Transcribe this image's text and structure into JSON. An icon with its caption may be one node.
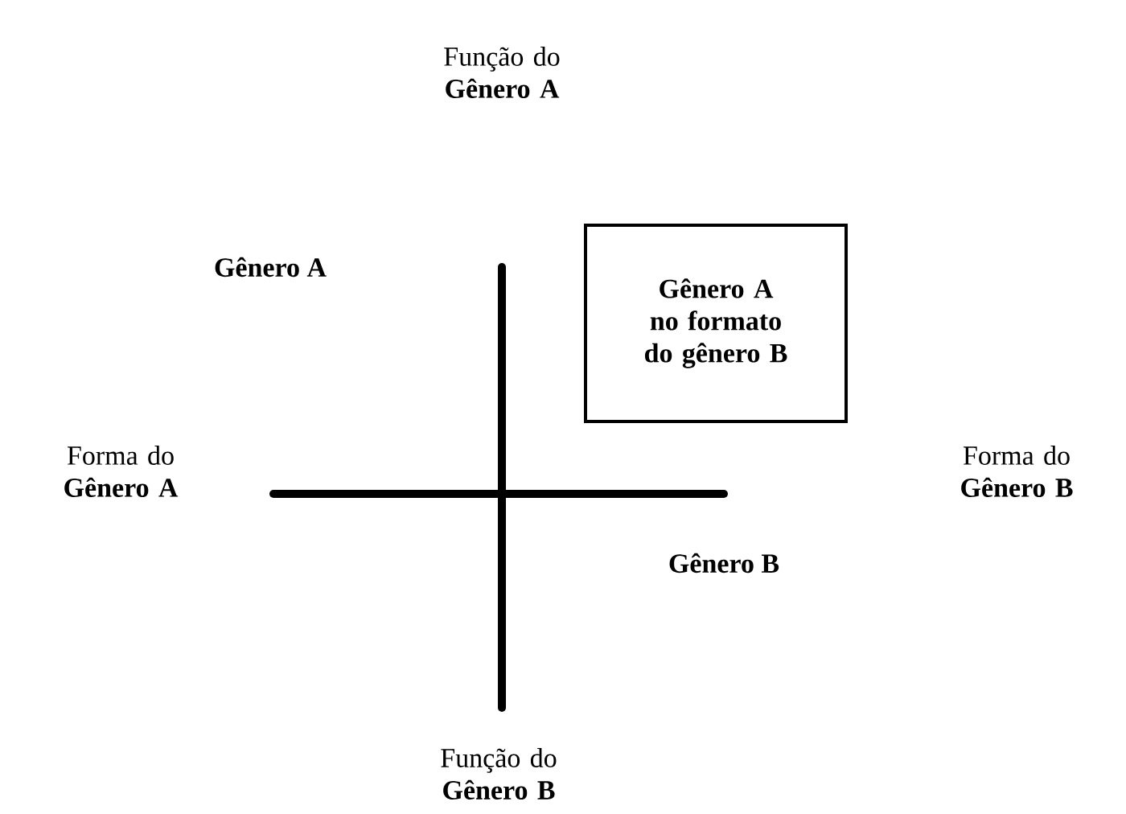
{
  "diagram": {
    "nodes": [
      {
        "text": [
          "Gênero A no formato do gênero B"
        ]
      }
    ],
    "labels": [
      "Função do **Gênero A**",
      "Gênero A",
      "Forma do **Gênero A**",
      "Forma do **Gênero B**",
      "Gênero B",
      "Função do **Gênero B**"
    ]
  }
}
